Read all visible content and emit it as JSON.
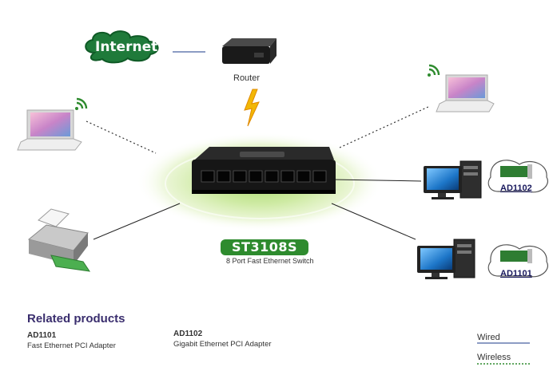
{
  "cloud": {
    "label": "Internet"
  },
  "router": {
    "label": "Router"
  },
  "switch": {
    "model": "ST3108S",
    "description": "8 Port Fast Ethernet Switch"
  },
  "adapters": {
    "top_tag": "AD1102",
    "bottom_tag": "AD1101"
  },
  "related": {
    "title": "Related products",
    "products": [
      {
        "name": "AD1101",
        "description": "Fast Ethernet PCI Adapter"
      },
      {
        "name": "AD1102",
        "description": "Gigabit Ethernet PCI Adapter"
      }
    ]
  },
  "legend": {
    "wired": "Wired",
    "wireless": "Wireless"
  },
  "colors": {
    "brand_green": "#2e8b2e",
    "cloud_green": "#1f7a3a",
    "wired_line": "#1a3a8a",
    "wireless_dots": "#2e8b2e",
    "title_purple": "#3a2e6e",
    "glow": "#c8e6a0"
  },
  "icons": [
    "cloud-icon",
    "router-icon",
    "lightning-icon",
    "laptop-icon",
    "wifi-icon",
    "printer-icon",
    "desktop-pc-icon",
    "pci-card-icon",
    "switch-icon"
  ]
}
